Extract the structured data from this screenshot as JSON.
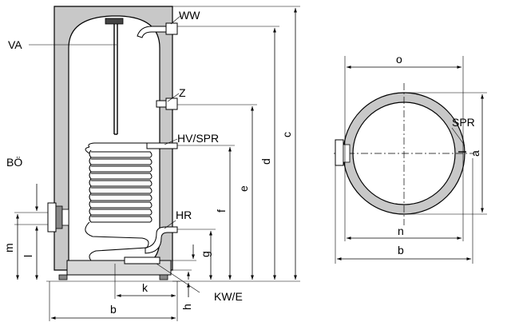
{
  "labels": {
    "ww": "WW",
    "va": "VA",
    "z": "Z",
    "hv_spr": "HV/SPR",
    "bo": "BÖ",
    "hr": "HR",
    "kw_e": "KW/E",
    "spr": "SPR"
  },
  "dimensions": {
    "a": "a",
    "b_side": "b",
    "b_top": "b",
    "c": "c",
    "d": "d",
    "e": "e",
    "f": "f",
    "g": "g",
    "h": "h",
    "k": "k",
    "l": "l",
    "m": "m",
    "n": "n",
    "o": "o"
  },
  "colors": {
    "insulation": "#c8c8c8",
    "line": "#000000"
  }
}
